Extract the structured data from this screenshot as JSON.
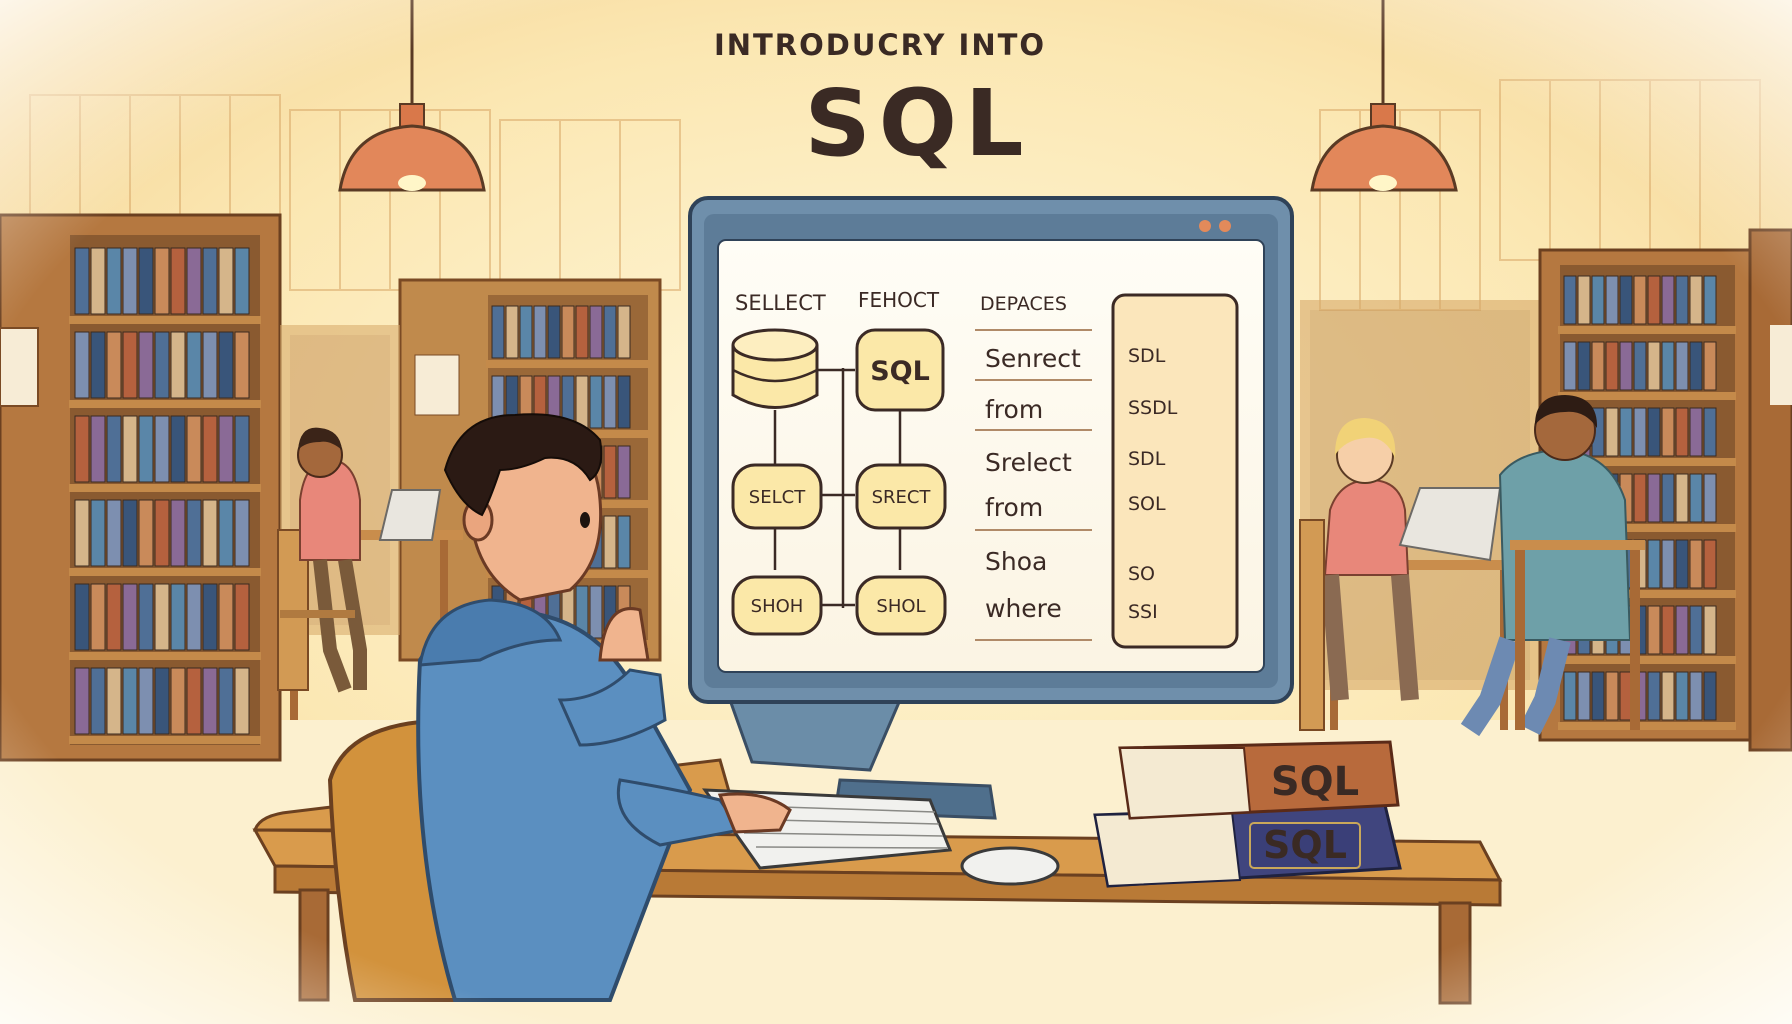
{
  "poster": {
    "title_line": "INTRODUCRY INTO",
    "title_main": "SQL"
  },
  "screen": {
    "headers": [
      "SELLECT",
      "FEHOCT",
      "DEPACES"
    ],
    "diagram_nodes": [
      {
        "label": ""
      },
      {
        "label": "SQL"
      },
      {
        "label": "SELCT"
      },
      {
        "label": "SRECT"
      },
      {
        "label": "SHOH"
      },
      {
        "label": "SHOL"
      }
    ],
    "keywords": [
      "Senrect",
      "from",
      "Srelect",
      "from",
      "Shoa",
      "where"
    ],
    "side_panel": [
      "SDL",
      "SSDL",
      "SDL",
      "SOL",
      "SO",
      "SSI"
    ]
  },
  "books": {
    "top_label": "SQL",
    "bottom_label": "SQL"
  },
  "colors": {
    "background": "#fbeec8",
    "shelf_wood": "#b87a40",
    "lamp": "#e08a5a",
    "monitor_frame": "#6f8fab",
    "hoodie": "#5b8fc0",
    "desk": "#d89a4a",
    "title": "#5a1f1a"
  }
}
